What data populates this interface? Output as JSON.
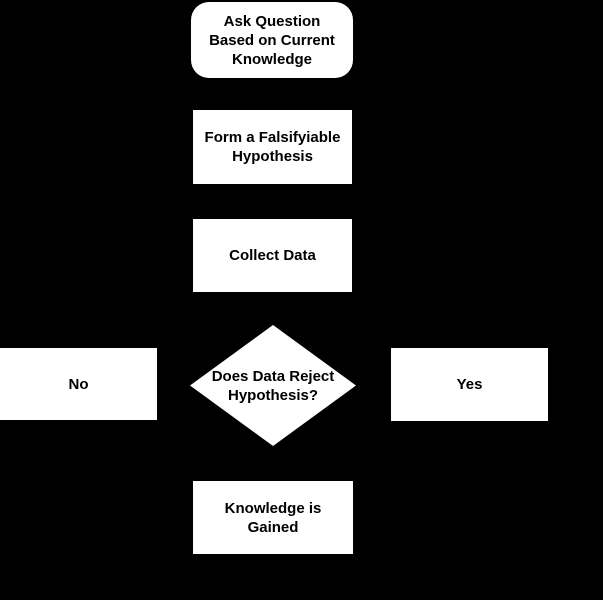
{
  "diagram": {
    "type": "flowchart",
    "colors": {
      "background": "#000000",
      "node_fill": "#ffffff",
      "node_text": "#000000"
    },
    "nodes": {
      "ask": {
        "shape": "rounded-rectangle",
        "lines": [
          "Ask Question",
          "Based on Current",
          "Knowledge"
        ]
      },
      "form": {
        "shape": "rectangle",
        "lines": [
          "Form a Falsifyiable",
          "Hypothesis"
        ]
      },
      "collect": {
        "shape": "rectangle",
        "lines": [
          "Collect Data"
        ]
      },
      "decision": {
        "shape": "diamond",
        "lines": [
          "Does Data Reject",
          "Hypothesis?"
        ]
      },
      "no": {
        "shape": "rectangle",
        "lines": [
          "No"
        ]
      },
      "yes": {
        "shape": "rectangle",
        "lines": [
          "Yes"
        ]
      },
      "gained": {
        "shape": "rectangle",
        "lines": [
          "Knowledge is",
          "Gained"
        ]
      }
    }
  }
}
